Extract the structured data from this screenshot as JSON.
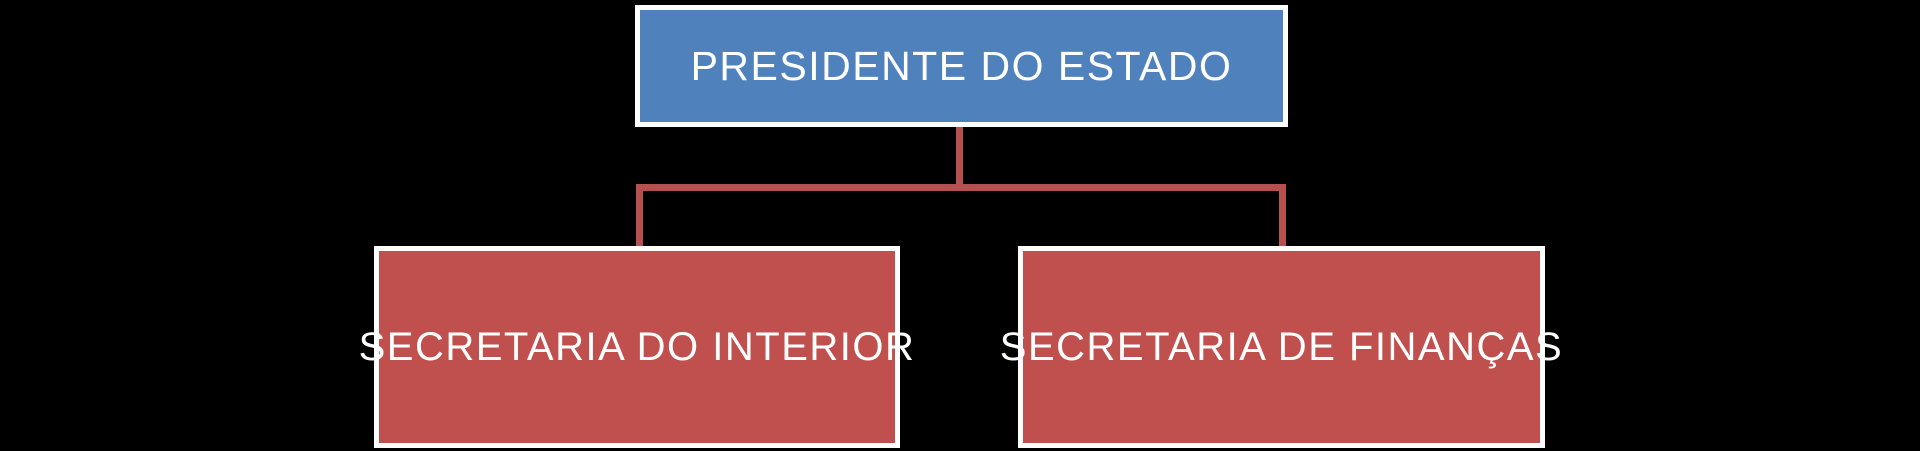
{
  "diagram": {
    "type": "org-chart",
    "background_color": "#000000",
    "connector_color": "#b5504e",
    "node_border_color": "#ffffff",
    "text_color": "#ffffff",
    "root": {
      "label": "PRESIDENTE DO ESTADO",
      "fill": "#4f81bd"
    },
    "children": [
      {
        "label": "SECRETARIA DO INTERIOR",
        "fill": "#c0504d"
      },
      {
        "label": "SECRETARIA DE FINANÇAS",
        "fill": "#c0504d"
      }
    ],
    "edges": [
      {
        "from": "PRESIDENTE DO ESTADO",
        "to": "SECRETARIA DO INTERIOR"
      },
      {
        "from": "PRESIDENTE DO ESTADO",
        "to": "SECRETARIA DE FINANÇAS"
      }
    ]
  }
}
